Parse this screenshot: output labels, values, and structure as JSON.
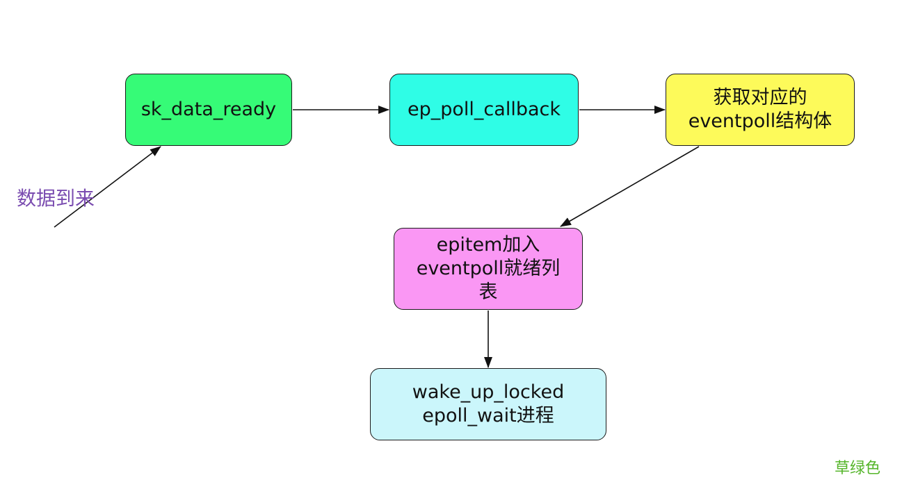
{
  "nodes": {
    "sk_data_ready": {
      "label": "sk_data_ready",
      "fill": "#36fb77"
    },
    "ep_poll_callback": {
      "label": "ep_poll_callback",
      "fill": "#2ffde6"
    },
    "get_eventpoll": {
      "label": "获取对应的\neventpoll结构体",
      "fill": "#fdfa5a"
    },
    "epitem_add": {
      "label": "epitem加入\neventpoll就绪列\n表",
      "fill": "#fa97f4"
    },
    "wake_up": {
      "label": "wake_up_locked\nepoll_wait进程",
      "fill": "#cbf6fb"
    }
  },
  "labels": {
    "data_arrival": {
      "text": "数据到来",
      "color": "#7a4cb0"
    },
    "corner_note": {
      "text": "草绿色",
      "color": "#55b52a"
    }
  },
  "edges": [
    {
      "from": "data_arrival",
      "to": "sk_data_ready"
    },
    {
      "from": "sk_data_ready",
      "to": "ep_poll_callback"
    },
    {
      "from": "ep_poll_callback",
      "to": "get_eventpoll"
    },
    {
      "from": "get_eventpoll",
      "to": "epitem_add"
    },
    {
      "from": "epitem_add",
      "to": "wake_up"
    }
  ]
}
